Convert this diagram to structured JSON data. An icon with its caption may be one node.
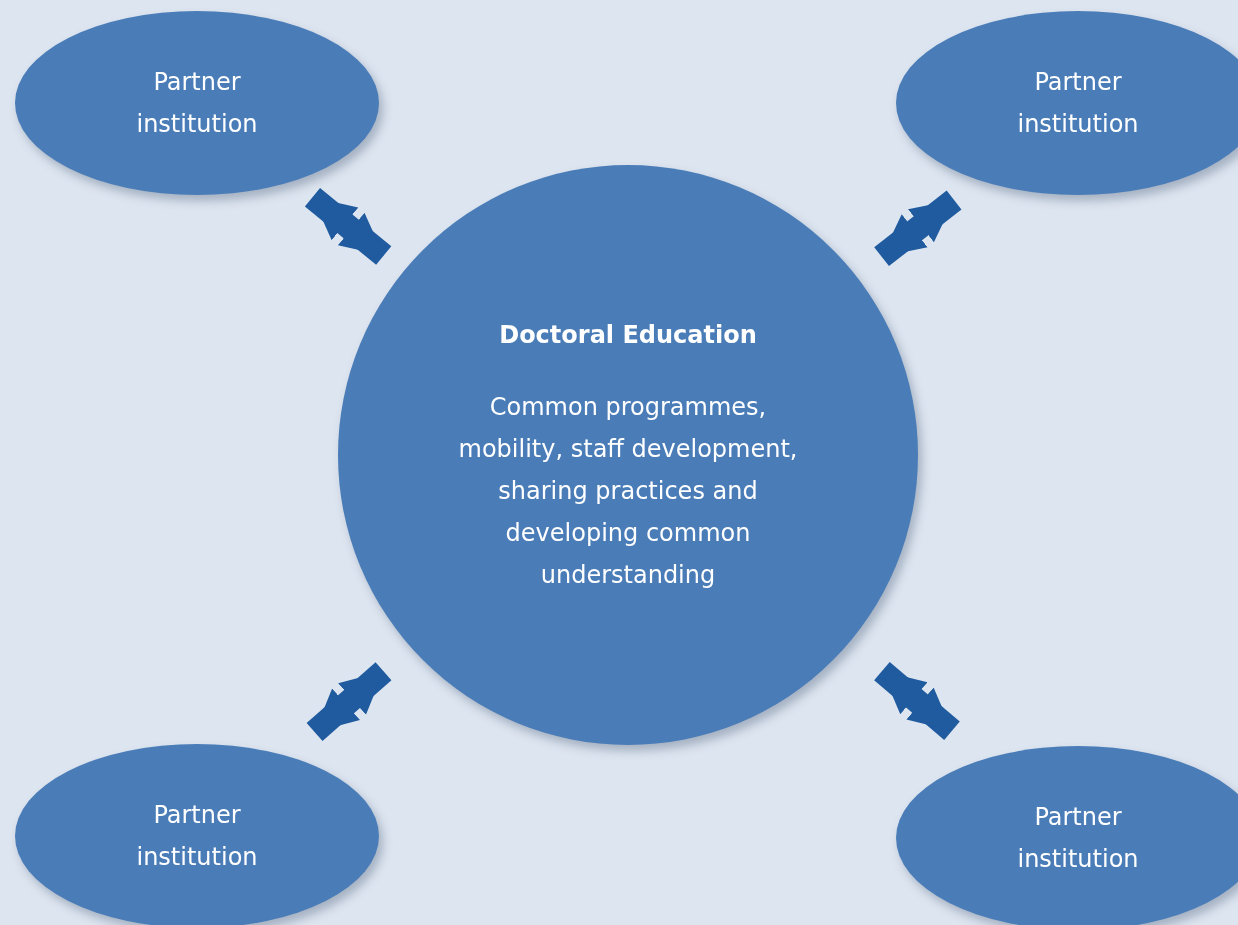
{
  "diagram": {
    "nodes": [
      {
        "text": [
          "Partner institution"
        ]
      },
      {
        "text": [
          "Partner institution"
        ]
      },
      {
        "text": [
          "Doctoral Education",
          "Common programmes, mobility, staff development, sharing practices and developing common understanding"
        ]
      },
      {
        "text": [
          "Partner institution"
        ]
      },
      {
        "text": [
          "Partner institution"
        ]
      }
    ],
    "edges": [
      {
        "from": 2,
        "to": 0,
        "arrow": "both"
      },
      {
        "from": 2,
        "to": 1,
        "arrow": "both"
      },
      {
        "from": 2,
        "to": 3,
        "arrow": "both"
      },
      {
        "from": 2,
        "to": 4,
        "arrow": "both"
      }
    ]
  }
}
